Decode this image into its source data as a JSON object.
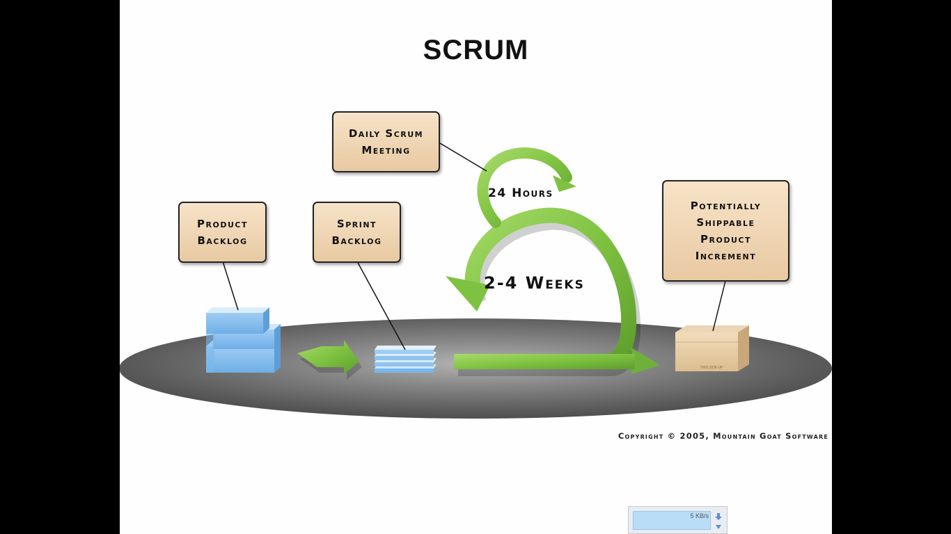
{
  "title": "SCRUM",
  "boxes": {
    "daily_scrum": "Daily Scrum\nMeeting",
    "product_backlog": "Product\nBacklog",
    "sprint_backlog": "Sprint\nBacklog",
    "increment": "Potentially\nShippable\nProduct\nIncrement"
  },
  "loops": {
    "daily": "24 Hours",
    "sprint": "2-4 Weeks"
  },
  "box_side_text": "THIS SIDE UP",
  "copyright": "Copyright © 2005, Mountain Goat Software",
  "download_widget": {
    "speed": "5 KB/s"
  },
  "colors": {
    "box_fill": "#f3dcbf",
    "arrow_green": "#7fc241",
    "disc": "#5a5a5a",
    "backlog_blue": "#8fc3ee"
  }
}
